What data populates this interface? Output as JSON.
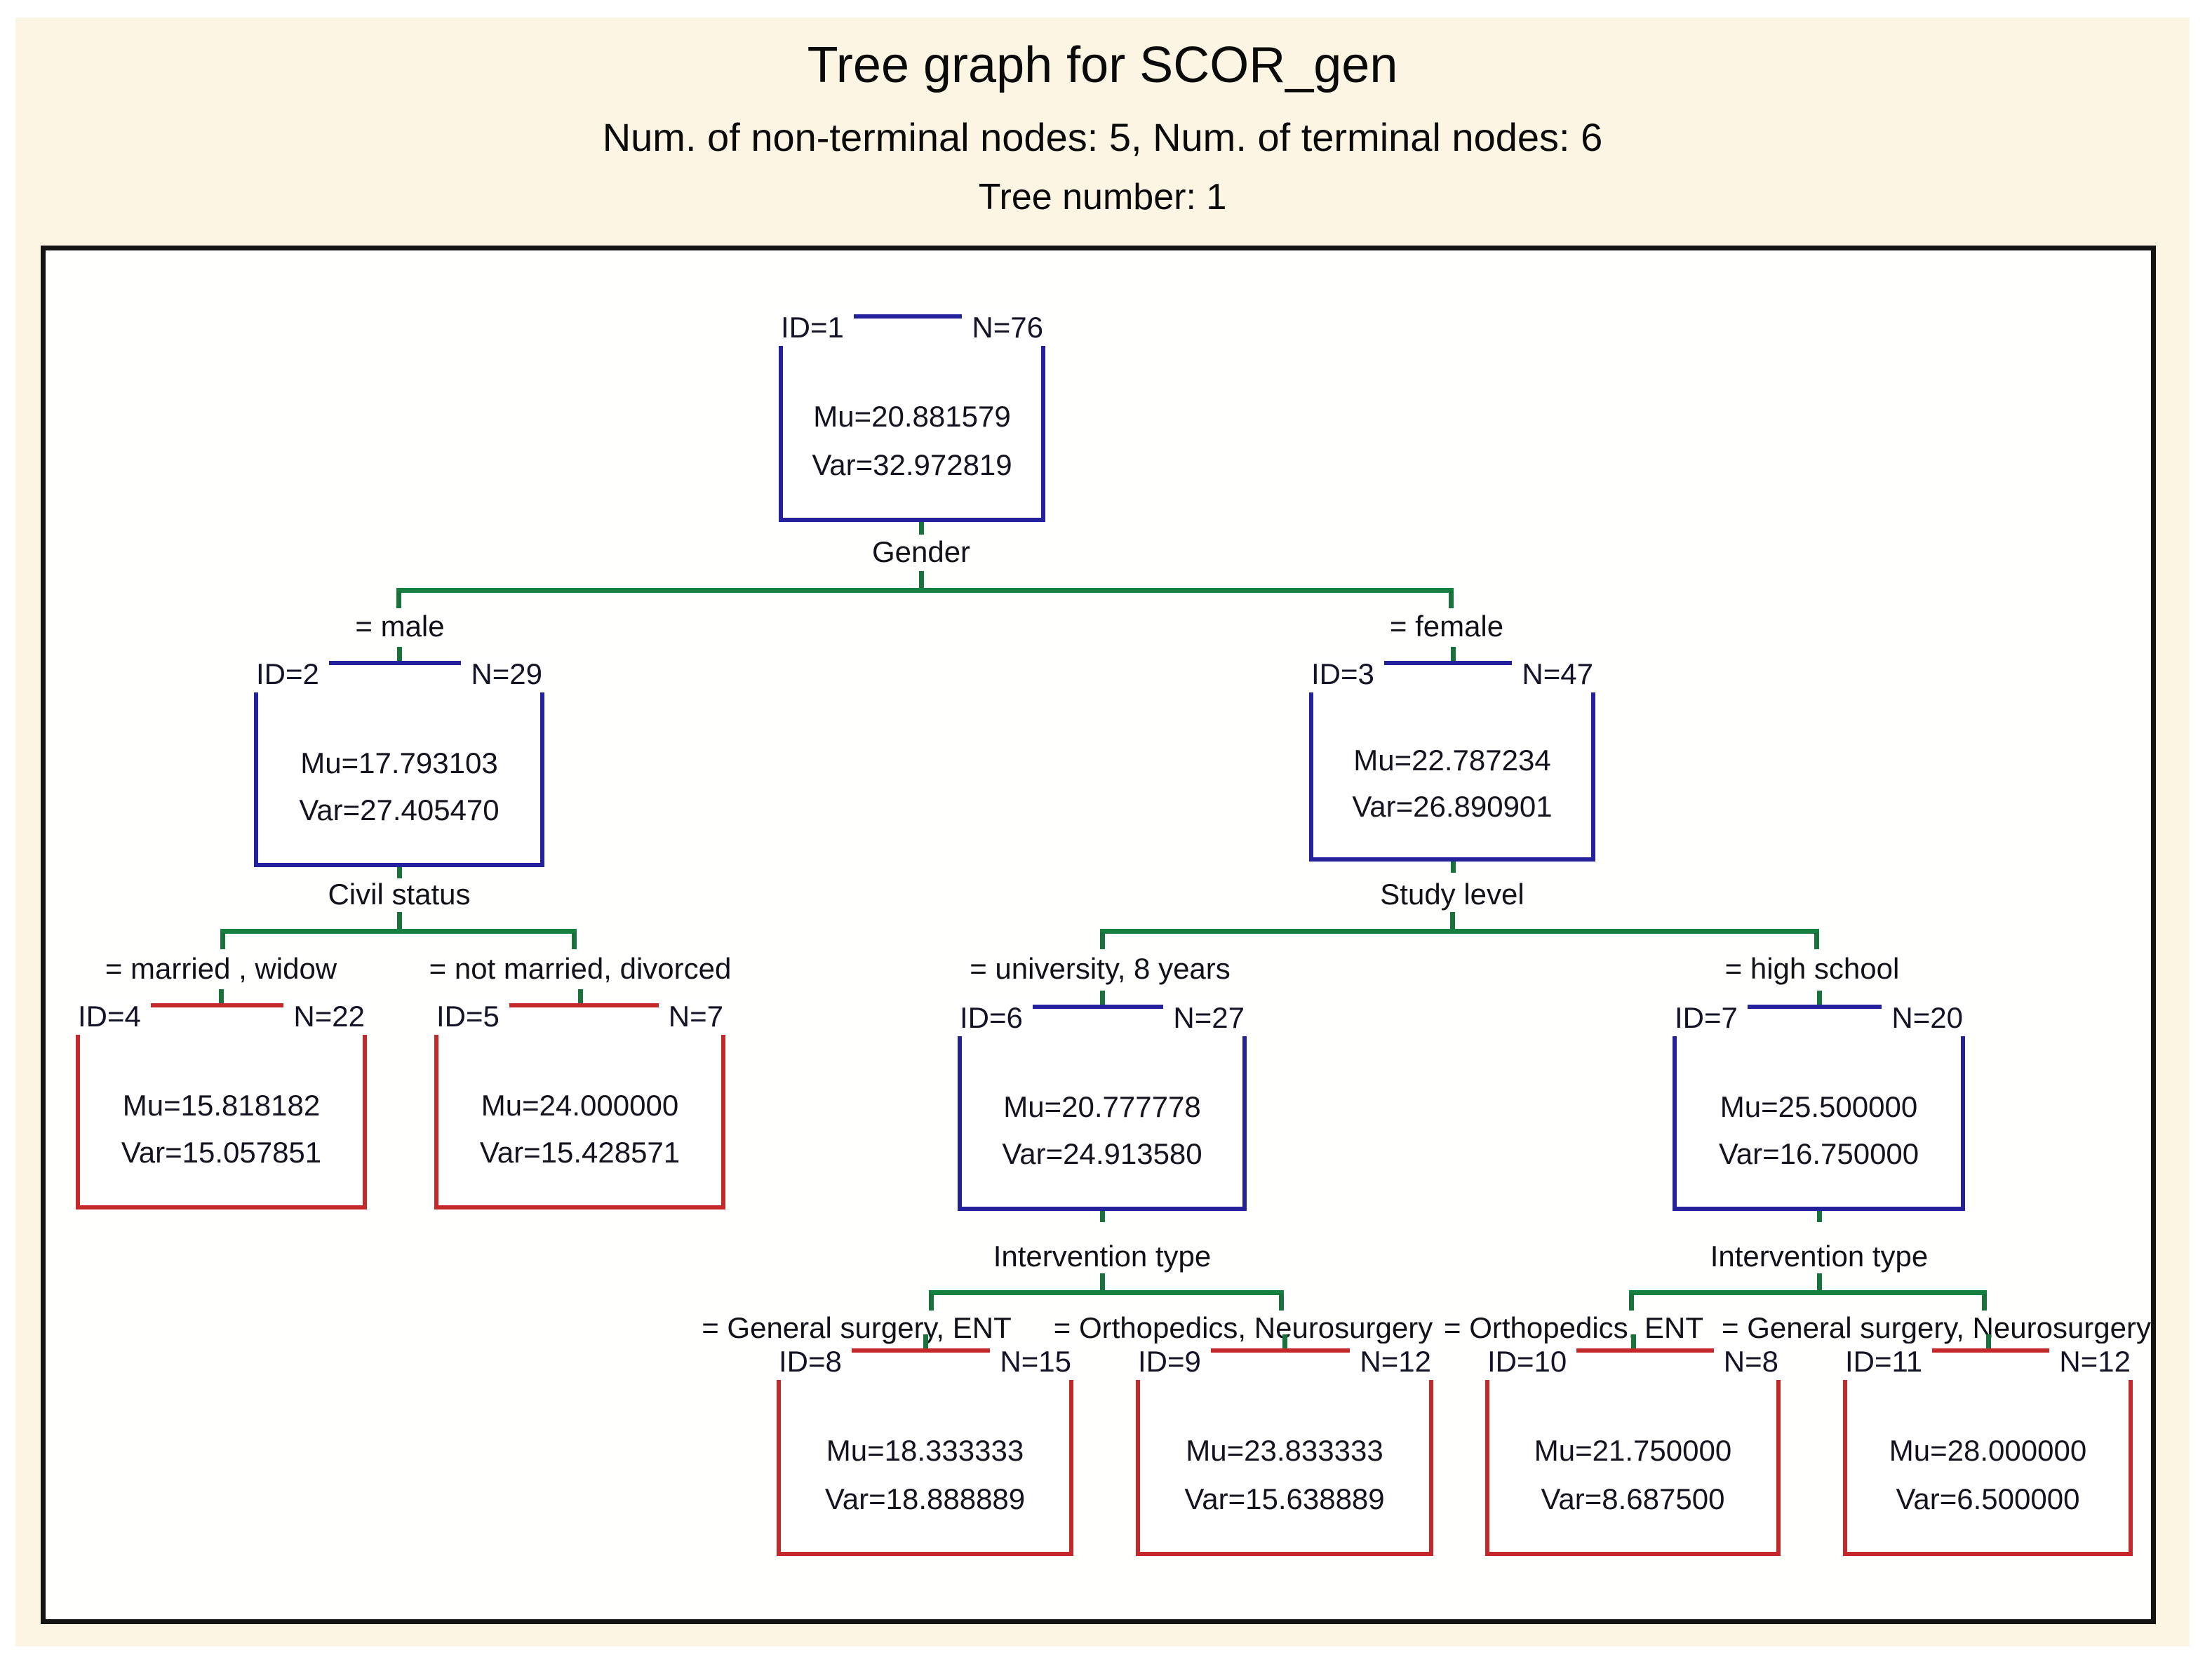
{
  "header": {
    "title": "Tree graph for SCOR_gen",
    "subtitle": "Num. of non-terminal nodes: 5,  Num. of terminal nodes: 6",
    "tree_number": "Tree number: 1"
  },
  "colors": {
    "panel_background": "#fcf5e4",
    "plot_background": "#ffffff",
    "plot_border": "#141414",
    "nonterminal_node_border": "#23219b",
    "terminal_node_border": "#c4282b",
    "branch_line": "#168040",
    "text": "#101018"
  },
  "nodes": [
    {
      "id": "ID=1",
      "n": "N=76",
      "mu": "Mu=20.881579",
      "var": "Var=32.972819",
      "type": "non-terminal"
    },
    {
      "id": "ID=2",
      "n": "N=29",
      "mu": "Mu=17.793103",
      "var": "Var=27.405470",
      "type": "non-terminal"
    },
    {
      "id": "ID=3",
      "n": "N=47",
      "mu": "Mu=22.787234",
      "var": "Var=26.890901",
      "type": "non-terminal"
    },
    {
      "id": "ID=4",
      "n": "N=22",
      "mu": "Mu=15.818182",
      "var": "Var=15.057851",
      "type": "terminal"
    },
    {
      "id": "ID=5",
      "n": "N=7",
      "mu": "Mu=24.000000",
      "var": "Var=15.428571",
      "type": "terminal"
    },
    {
      "id": "ID=6",
      "n": "N=27",
      "mu": "Mu=20.777778",
      "var": "Var=24.913580",
      "type": "non-terminal"
    },
    {
      "id": "ID=7",
      "n": "N=20",
      "mu": "Mu=25.500000",
      "var": "Var=16.750000",
      "type": "non-terminal"
    },
    {
      "id": "ID=8",
      "n": "N=15",
      "mu": "Mu=18.333333",
      "var": "Var=18.888889",
      "type": "terminal"
    },
    {
      "id": "ID=9",
      "n": "N=12",
      "mu": "Mu=23.833333",
      "var": "Var=15.638889",
      "type": "terminal"
    },
    {
      "id": "ID=10",
      "n": "N=8",
      "mu": "Mu=21.750000",
      "var": "Var=8.687500",
      "type": "terminal"
    },
    {
      "id": "ID=11",
      "n": "N=12",
      "mu": "Mu=28.000000",
      "var": "Var=6.500000",
      "type": "terminal"
    }
  ],
  "splits": [
    {
      "parent": "ID=1",
      "variable": "Gender",
      "left": "= male",
      "right": "= female"
    },
    {
      "parent": "ID=2",
      "variable": "Civil status",
      "left": "= married , widow",
      "right": "= not married, divorced"
    },
    {
      "parent": "ID=3",
      "variable": "Study level",
      "left": "= university, 8 years",
      "right": "= high school"
    },
    {
      "parent": "ID=6",
      "variable": "Intervention type",
      "left": "= General surgery, ENT",
      "right": "= Orthopedics, Neurosurgery"
    },
    {
      "parent": "ID=7",
      "variable": "Intervention type",
      "left": "= Orthopedics, ENT",
      "right": "= General surgery, Neurosurgery"
    }
  ]
}
